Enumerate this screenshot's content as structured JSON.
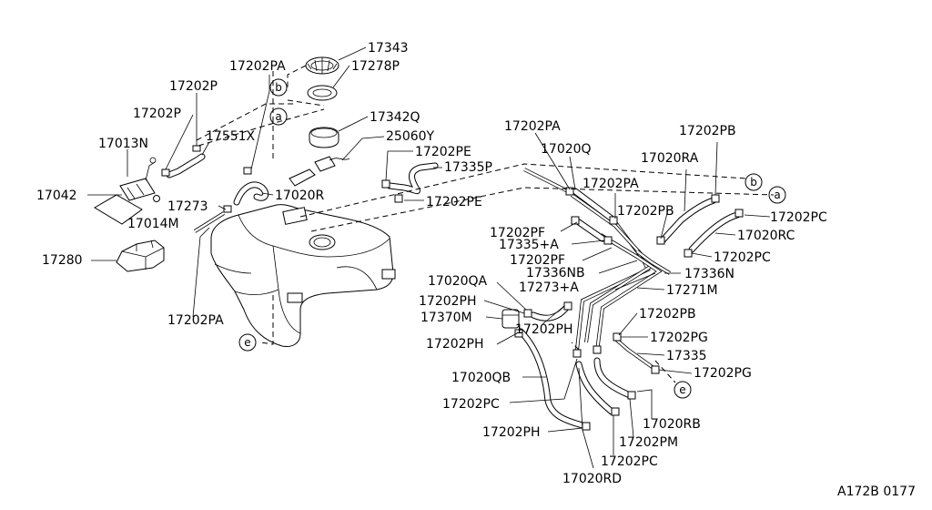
{
  "diagram": {
    "ref_code": "A172B 0177",
    "callout_letters": {
      "a": "a",
      "b": "b",
      "e": "e"
    },
    "labels": {
      "p17343": "17343",
      "p17202PA_top": "17202PA",
      "p17278P": "17278P",
      "p17202P_1": "17202P",
      "p17202P_2": "17202P",
      "p17342Q": "17342Q",
      "p17551X": "17551X",
      "p17013N": "17013N",
      "p25060Y": "25060Y",
      "p17202PE_1": "17202PE",
      "p17335P": "17335P",
      "p17042": "17042",
      "p17273": "17273",
      "p17020R": "17020R",
      "p17202PE_2": "17202PE",
      "p17014M": "17014M",
      "p17280": "17280",
      "p17202PA_left": "17202PA",
      "p17202PA_r1": "17202PA",
      "p17020Q": "17020Q",
      "p17202PA_r2": "17202PA",
      "p17202PB_1": "17202PB",
      "p17020RA": "17020RA",
      "p17202PB_2": "17202PB",
      "p17202PC_1": "17202PC",
      "p17202PF_1": "17202PF",
      "p17335A": "17335+A",
      "p17020RC": "17020RC",
      "p17202PF_2": "17202PF",
      "p17202PC_2": "17202PC",
      "p17020QA": "17020QA",
      "p17336NB": "17336NB",
      "p17336N": "17336N",
      "p17273A": "17273+A",
      "p17271M": "17271M",
      "p17202PH_1": "17202PH",
      "p17370M": "17370M",
      "p17202PH_2": "17202PH",
      "p17202PB_3": "17202PB",
      "p17202PH_3": "17202PH",
      "p17202PG_1": "17202PG",
      "p17335": "17335",
      "p17202PG_2": "17202PG",
      "p17020QB": "17020QB",
      "p17202PC_3": "17202PC",
      "p17020RB": "17020RB",
      "p17202PH_4": "17202PH",
      "p17202PM": "17202PM",
      "p17202PC_4": "17202PC",
      "p17020RD": "17020RD"
    }
  }
}
